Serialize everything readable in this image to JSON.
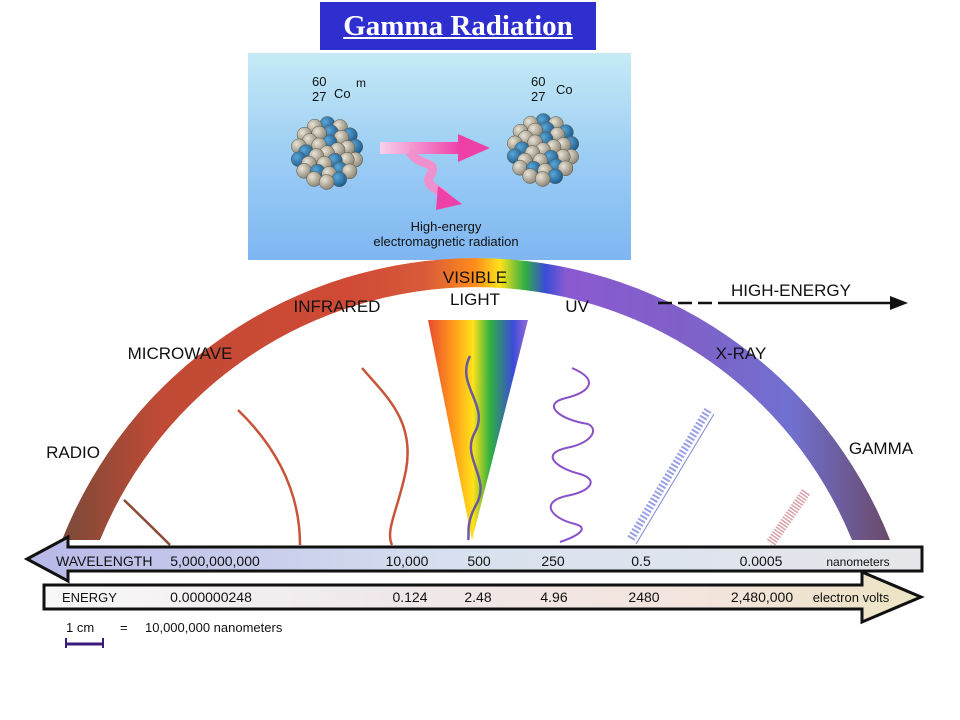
{
  "title": "Gamma Radiation",
  "decay": {
    "parent": {
      "mass": "60",
      "atomic": "27",
      "symbol": "Co",
      "state": "m"
    },
    "daughter": {
      "mass": "60",
      "atomic": "27",
      "symbol": "Co"
    },
    "caption_line1": "High-energy",
    "caption_line2": "electromagnetic radiation"
  },
  "spectrum": {
    "bands": [
      "RADIO",
      "MICROWAVE",
      "INFRARED",
      "VISIBLE",
      "LIGHT",
      "UV",
      "X-RAY",
      "GAMMA"
    ],
    "high_energy_label": "HIGH-ENERGY"
  },
  "wavelength_axis": {
    "label": "WAVELENGTH",
    "values": [
      "5,000,000,000",
      "10,000",
      "500",
      "250",
      "0.5",
      "0.0005"
    ],
    "unit": "nanometers"
  },
  "energy_axis": {
    "label": "ENERGY",
    "values": [
      "0.000000248",
      "0.124",
      "2.48",
      "4.96",
      "2480",
      "2,480,000"
    ],
    "unit": "electron volts"
  },
  "scale": {
    "bar_label": "1 cm",
    "equals": "=",
    "value": "10,000,000 nanometers"
  },
  "colors": {
    "banner": "#2f2fd0",
    "arrow": "#ef40a8",
    "radio": "#8a4a35",
    "red": "#d04a35",
    "xray": "#7070d0"
  }
}
